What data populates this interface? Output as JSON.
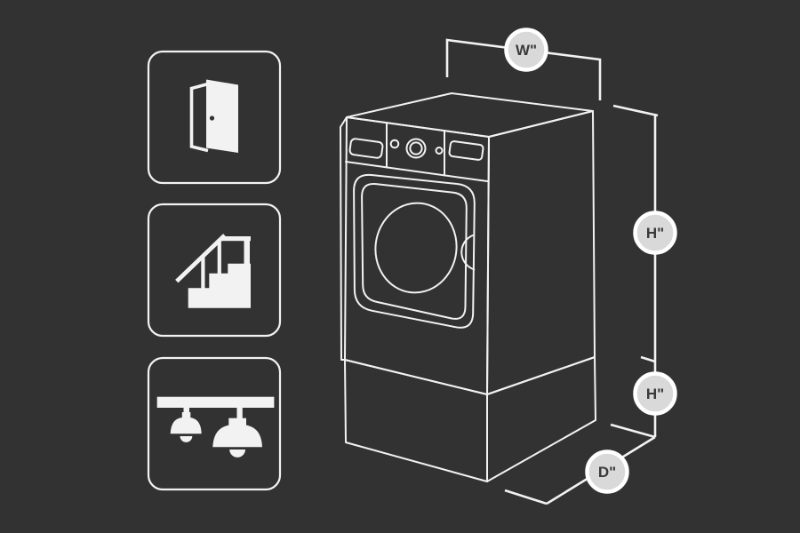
{
  "colors": {
    "background": "#323232",
    "line": "#f2f2f2",
    "badge_fill": "#d9d9d9",
    "badge_ring": "#ffffff",
    "badge_text": "#3a3a3a"
  },
  "diagram": {
    "dimension_labels": {
      "width": "W\"",
      "washer_height": "H\"",
      "pedestal_height": "H\"",
      "depth": "D\""
    },
    "feature_icons": [
      "open-door-icon",
      "staircase-icon",
      "ceiling-lights-icon"
    ]
  }
}
